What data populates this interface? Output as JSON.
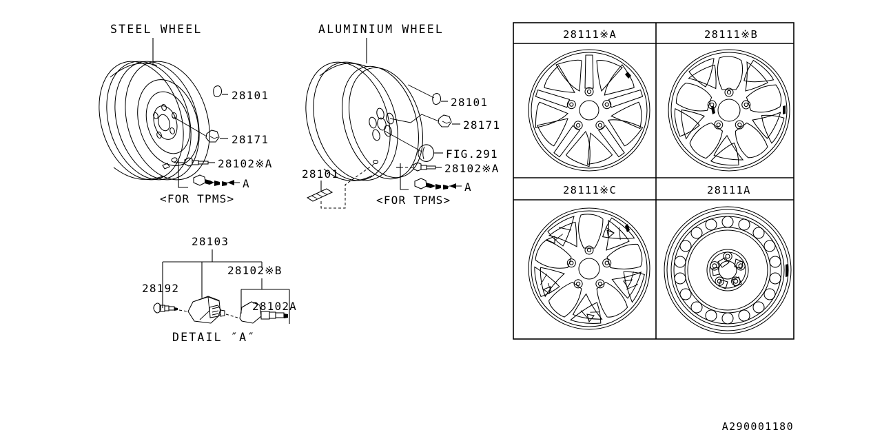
{
  "document": {
    "id": "A290001180",
    "type": "parts-diagram"
  },
  "sections": {
    "steel_wheel": {
      "title": "STEEL WHEEL",
      "callouts": [
        {
          "id": "28101",
          "label": "28101"
        },
        {
          "id": "28171",
          "label": "28171"
        },
        {
          "id": "28102A",
          "label": "28102※A"
        },
        {
          "id": "detail-ref",
          "label": "A"
        }
      ],
      "note": "<FOR TPMS>"
    },
    "aluminium_wheel": {
      "title": "ALUMINIUM WHEEL",
      "callouts": [
        {
          "id": "28101",
          "label": "28101"
        },
        {
          "id": "28171",
          "label": "28171"
        },
        {
          "id": "FIG291",
          "label": "FIG.291"
        },
        {
          "id": "28102A",
          "label": "28102※A"
        },
        {
          "id": "28101-weight",
          "label": "28101"
        },
        {
          "id": "detail-ref",
          "label": "A"
        }
      ],
      "note": "<FOR TPMS>"
    },
    "detail_a": {
      "title": "DETAIL ″A″",
      "callouts": [
        {
          "id": "28103",
          "label": "28103"
        },
        {
          "id": "28192",
          "label": "28192"
        },
        {
          "id": "28102B",
          "label": "28102※B"
        },
        {
          "id": "28102A2",
          "label": "28102A"
        }
      ]
    },
    "wheel_table": {
      "cells": [
        {
          "header": "28111※A",
          "style": "alloy-5spoke-a"
        },
        {
          "header": "28111※B",
          "style": "alloy-5spoke-b"
        },
        {
          "header": "28111※C",
          "style": "alloy-5spoke-c"
        },
        {
          "header": "28111A",
          "style": "steel-disc"
        }
      ]
    }
  }
}
